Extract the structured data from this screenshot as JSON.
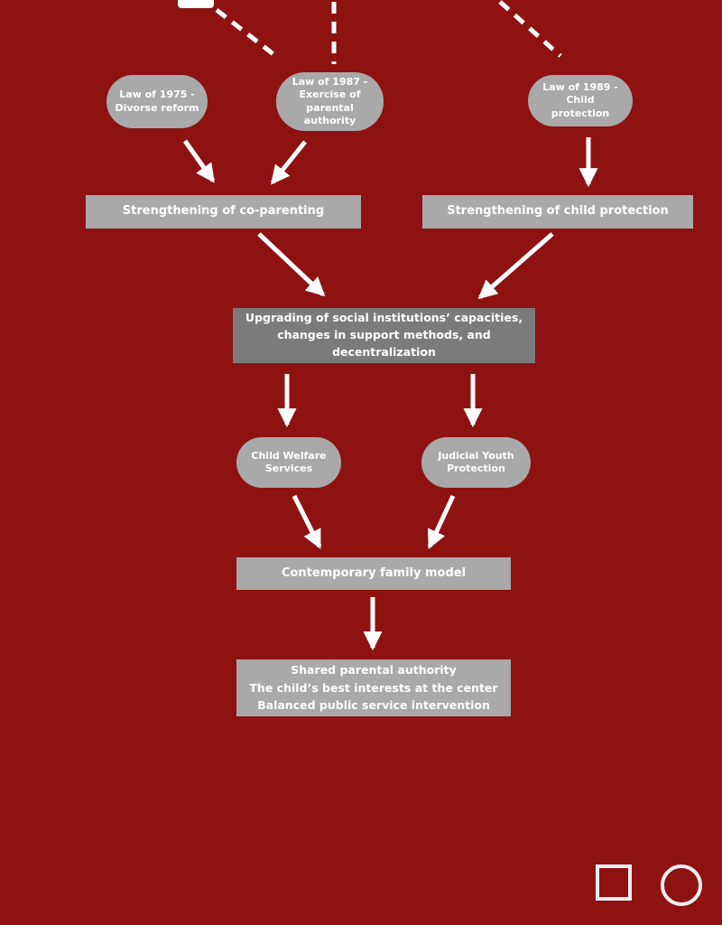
{
  "colors": {
    "bg": "#8e1212",
    "node_gray": "#a9a9a9",
    "node_dark": "#7b7b7b",
    "arrow": "#ffffff"
  },
  "flow": {
    "nodes": {
      "law_1975": {
        "shape": "stadium",
        "lines": [
          "Law of 1975 -",
          "Divorse reform"
        ]
      },
      "law_1987": {
        "shape": "stadium",
        "lines": [
          "Law of 1987 -",
          "Exercise of parental",
          "authority"
        ]
      },
      "law_1989": {
        "shape": "stadium",
        "lines": [
          "Law of 1989 - Child",
          "protection"
        ]
      },
      "co_parenting": {
        "shape": "rect",
        "label": "Strengthening of co-parenting"
      },
      "child_protection": {
        "shape": "rect",
        "label": "Strengthening of child protection"
      },
      "upgrading": {
        "shape": "rect-dark",
        "lines": [
          "Upgrading of social institutions’ capacities,",
          "changes in support methods, and decentralization"
        ]
      },
      "child_welfare": {
        "shape": "stadium",
        "lines": [
          "Child Welfare",
          "Services"
        ]
      },
      "judicial_youth": {
        "shape": "stadium",
        "lines": [
          "Judicial Youth",
          "Protection"
        ]
      },
      "family_model": {
        "shape": "rect",
        "label": "Contemporary family model"
      },
      "outcomes": {
        "shape": "rect",
        "lines": [
          "Shared parental authority",
          "The child’s best interests at the center",
          "Balanced public service intervention"
        ]
      }
    },
    "edges": [
      {
        "from": "law_1975",
        "to": "co_parenting",
        "style": "arrow"
      },
      {
        "from": "law_1987",
        "to": "co_parenting",
        "style": "arrow"
      },
      {
        "from": "law_1989",
        "to": "child_protection",
        "style": "arrow"
      },
      {
        "from": "co_parenting",
        "to": "upgrading",
        "style": "arrow"
      },
      {
        "from": "child_protection",
        "to": "upgrading",
        "style": "arrow"
      },
      {
        "from": "upgrading",
        "to": "child_welfare",
        "style": "arrow"
      },
      {
        "from": "upgrading",
        "to": "judicial_youth",
        "style": "arrow"
      },
      {
        "from": "child_welfare",
        "to": "family_model",
        "style": "arrow"
      },
      {
        "from": "judicial_youth",
        "to": "family_model",
        "style": "arrow"
      },
      {
        "from": "family_model",
        "to": "outcomes",
        "style": "arrow"
      },
      {
        "from": "offscreen-top-left",
        "to": "law_1987",
        "style": "dashed"
      },
      {
        "from": "offscreen-top-center",
        "to": "law_1987",
        "style": "dashed"
      },
      {
        "from": "offscreen-top-right",
        "to": "law_1989",
        "style": "dashed"
      }
    ],
    "decorations": {
      "square_icon": "square-outline-shape",
      "circle_icon": "circle-outline-shape"
    }
  }
}
